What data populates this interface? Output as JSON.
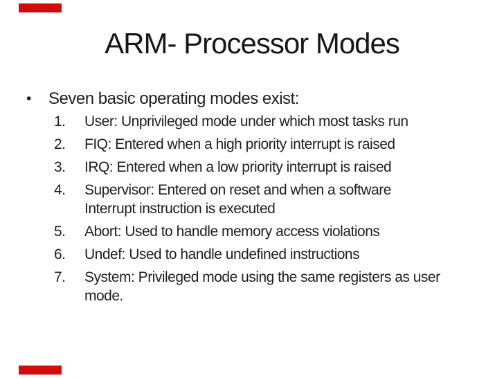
{
  "slide": {
    "title": "ARM- Processor Modes",
    "bullet": {
      "marker": "•",
      "text": "Seven basic operating modes exist:"
    },
    "list": {
      "items": [
        {
          "number": "1.",
          "lines": [
            "User: Unprivileged mode under which most tasks run"
          ]
        },
        {
          "number": "2.",
          "lines": [
            "FIQ: Entered when a high priority interrupt is raised"
          ]
        },
        {
          "number": "3.",
          "lines": [
            "IRQ: Entered when a low priority interrupt is raised"
          ]
        },
        {
          "number": "4.",
          "lines": [
            "Supervisor: Entered on reset and when a software",
            "Interrupt instruction is executed"
          ]
        },
        {
          "number": "5.",
          "lines": [
            "Abort: Used to handle memory access violations"
          ]
        },
        {
          "number": "6.",
          "lines": [
            "Undef: Used to handle undefined instructions"
          ]
        },
        {
          "number": "7.",
          "lines": [
            "System: Privileged mode using the same registers as user",
            "mode."
          ]
        }
      ]
    },
    "colors": {
      "accent_red": "#d40b0b",
      "text": "#1f1f1f",
      "background": "#ffffff"
    }
  }
}
